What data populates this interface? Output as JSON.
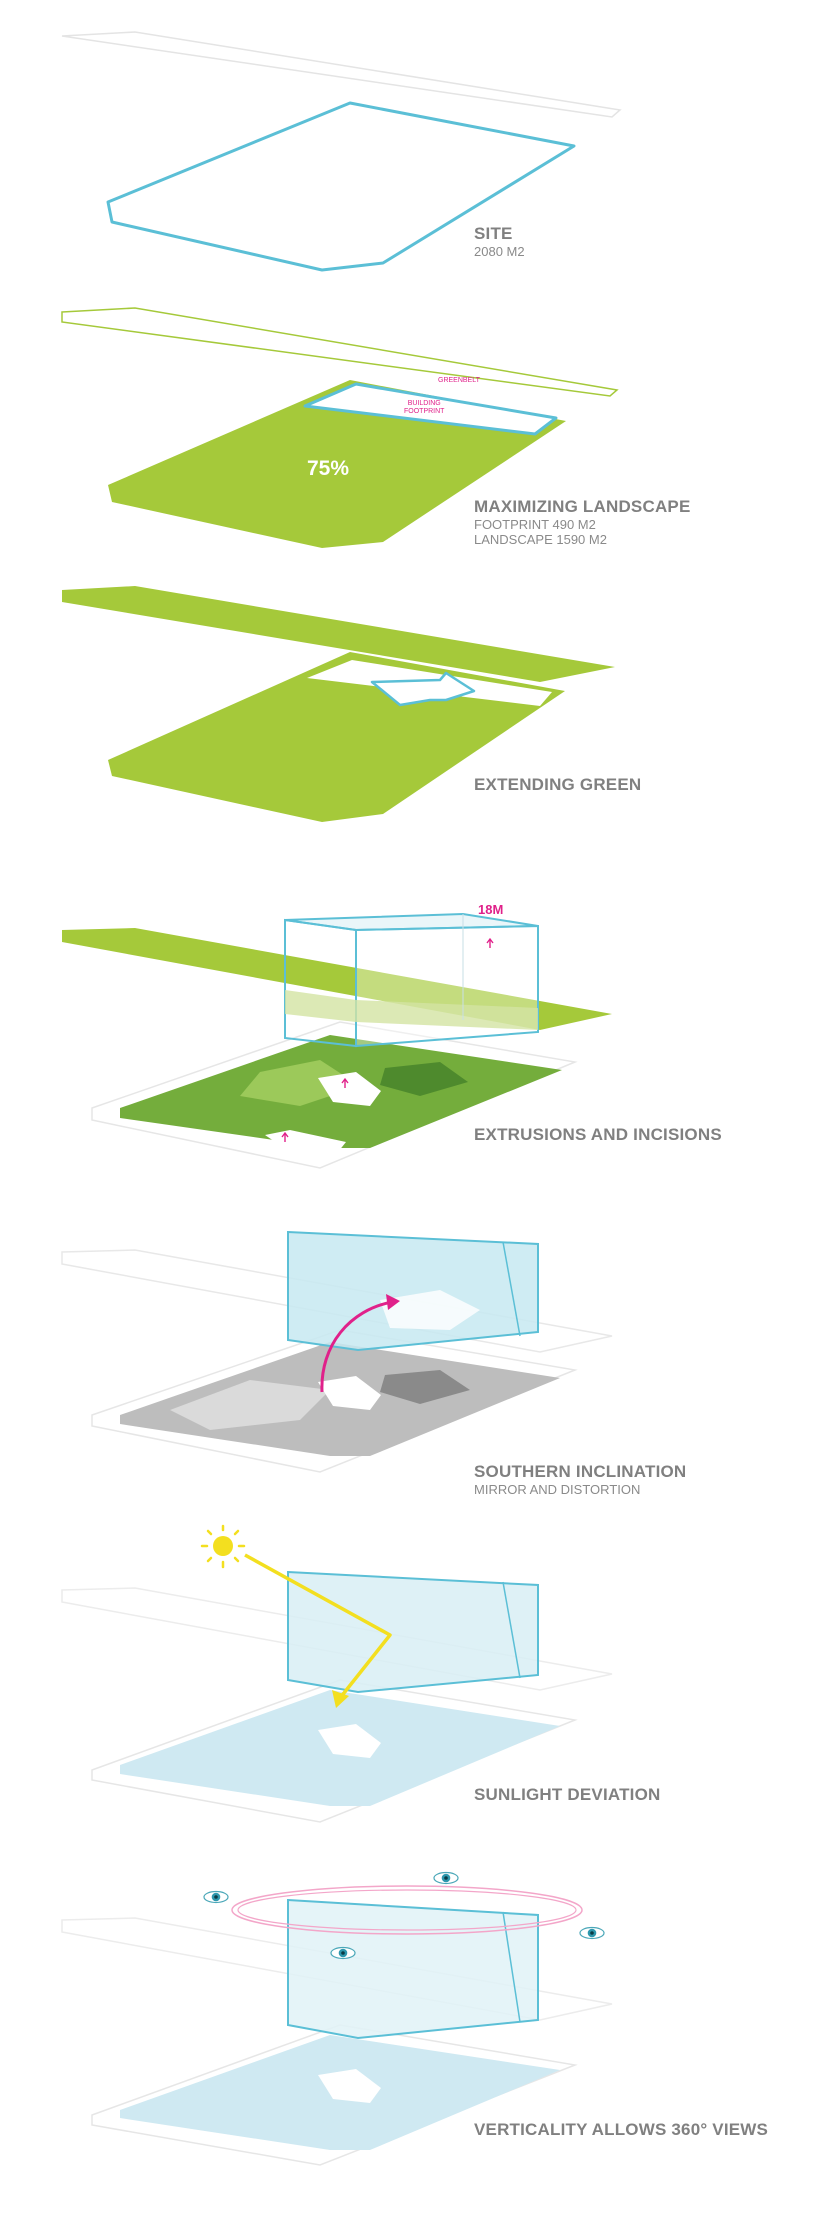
{
  "diagram": {
    "steps": [
      {
        "title": "SITE",
        "subtitle_lines": [
          "2080 M2"
        ]
      },
      {
        "title": "MAXIMIZING LANDSCAPE",
        "subtitle_lines": [
          "FOOTPRINT 490 M2",
          "LANDSCAPE 1590 M2"
        ],
        "percent": "75%",
        "labels": {
          "greenbelt": "GREENBELT",
          "building_footprint_1": "BUILDING",
          "building_footprint_2": "FOOTPRINT"
        }
      },
      {
        "title": "EXTENDING GREEN",
        "subtitle_lines": []
      },
      {
        "title": "EXTRUSIONS AND INCISIONS",
        "subtitle_lines": [],
        "height_label": "18M"
      },
      {
        "title": "SOUTHERN INCLINATION",
        "subtitle_lines": [
          "MIRROR AND DISTORTION"
        ]
      },
      {
        "title": "SUNLIGHT DEVIATION",
        "subtitle_lines": []
      },
      {
        "title": "VERTICALITY ALLOWS 360° VIEWS",
        "subtitle_lines": []
      }
    ],
    "colors": {
      "site_outline": "#5bbfd6",
      "green": "#a5c93a",
      "dark_green": "#6aa83a",
      "accent_pink": "#e0218a",
      "sun_yellow": "#f3df1f",
      "caption_gray": "#808080",
      "glass": "#bfe6ef"
    },
    "icons": [
      "sun-icon",
      "eye-icon",
      "arrow-up-icon",
      "curved-arrow-icon"
    ]
  }
}
